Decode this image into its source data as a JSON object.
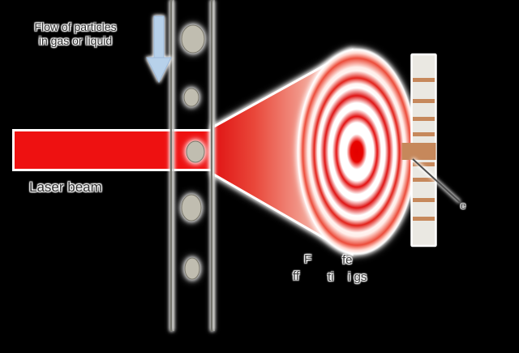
{
  "labels": {
    "flow_line1": "Flow of particles",
    "flow_line2": "in gas or liquid",
    "laser_beam": "Laser beam",
    "detector_pointer": "e"
  },
  "caption_fragments": {
    "line1_a": "F",
    "line1_b": "fe",
    "line2_a": "ff",
    "line2_b": "ti",
    "line2_c": "i gs"
  },
  "colors": {
    "background": "#000000",
    "laser_red": "#ee1111",
    "cone_red_start": "#e01212",
    "ring_red": "#e30000",
    "arrow_blue": "#b7d1ea",
    "particle_gray": "#c0bdb0",
    "channel_line_gray": "#74746c",
    "detector_body": "#eae8e2",
    "detector_element": "#c6885b",
    "text_gray": "#2e2e2e"
  }
}
